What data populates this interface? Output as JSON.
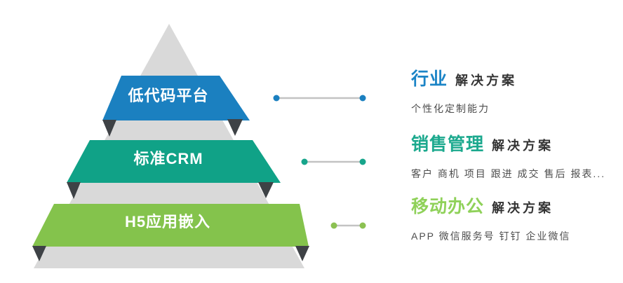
{
  "pyramid": {
    "base_color": "#d9d9d9",
    "fold_color": "#3e4246",
    "levels": [
      {
        "label": "低代码平台",
        "color": "#1b80c0"
      },
      {
        "label": "标准CRM",
        "color": "#10a287"
      },
      {
        "label": "H5应用嵌入",
        "color": "#84c34c"
      }
    ]
  },
  "connectors": {
    "line_color": "#c3c3c3",
    "dot_colors": [
      "#1b80c0",
      "#17a58b",
      "#8cc152"
    ]
  },
  "sections": [
    {
      "title": "行业",
      "title_color": "#1b84c6",
      "suffix": "解决方案",
      "subtitle": "个性化定制能力"
    },
    {
      "title": "销售管理",
      "title_color": "#1ca98e",
      "suffix": "解决方案",
      "subtitle": "客户 商机 项目 跟进 成交 售后 报表..."
    },
    {
      "title": "移动办公",
      "title_color": "#8fd159",
      "suffix": "解决方案",
      "subtitle": "APP 微信服务号 钉钉 企业微信"
    }
  ]
}
